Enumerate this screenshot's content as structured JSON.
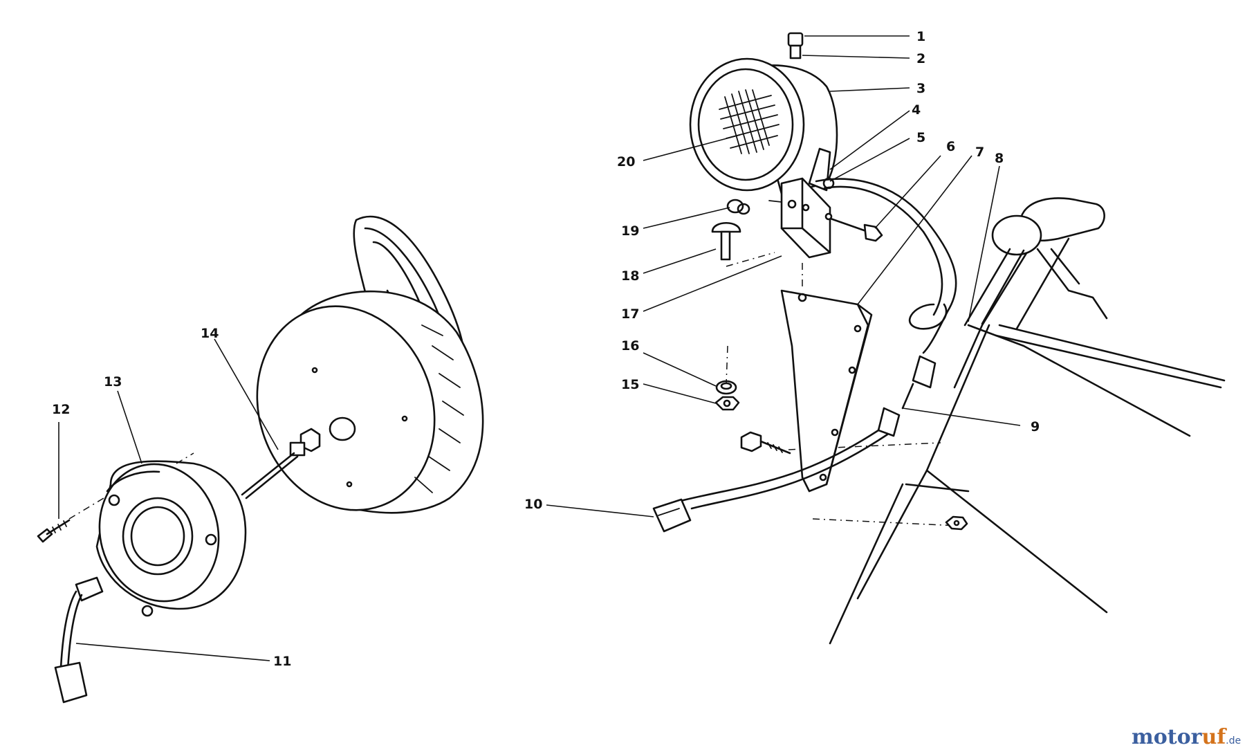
{
  "callouts": [
    "1",
    "2",
    "3",
    "4",
    "5",
    "6",
    "7",
    "8",
    "9",
    "10",
    "11",
    "12",
    "13",
    "14",
    "15",
    "16",
    "17",
    "18",
    "19",
    "20"
  ],
  "watermark": {
    "part1": "motor",
    "part2": "uf",
    "part3": ".de"
  },
  "colors": {
    "line": "#111111",
    "watermark_blue": "#3b5f9f",
    "watermark_orange": "#d4731c"
  },
  "icons": [
    "work-light",
    "light-bracket",
    "carriage-bolt",
    "wire-harness",
    "connector",
    "electric-starter",
    "recoil-starter",
    "handle-bar"
  ]
}
